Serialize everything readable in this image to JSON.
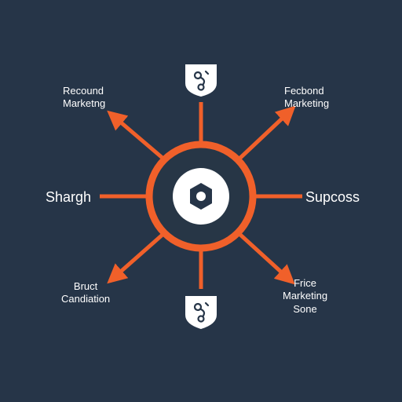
{
  "colors": {
    "background": "#263548",
    "accent": "#f0602a",
    "ring_fill": "#273646",
    "core": "#ffffff",
    "text": "#ffffff"
  },
  "hub": {
    "icon": "hexagon-link-icon"
  },
  "badges": {
    "top": {
      "icon": "shield-link-icon"
    },
    "bottom": {
      "icon": "shield-link-icon"
    }
  },
  "labels": {
    "top_left": [
      "Recound",
      "Marketng"
    ],
    "top_right": [
      "Fecbond",
      "Marketing"
    ],
    "left": "Shargh",
    "right": "Supcoss",
    "bottom_left": [
      "Bruct",
      "Candiation"
    ],
    "bottom_right": [
      "Frice",
      "Marketing",
      "Sone"
    ]
  }
}
